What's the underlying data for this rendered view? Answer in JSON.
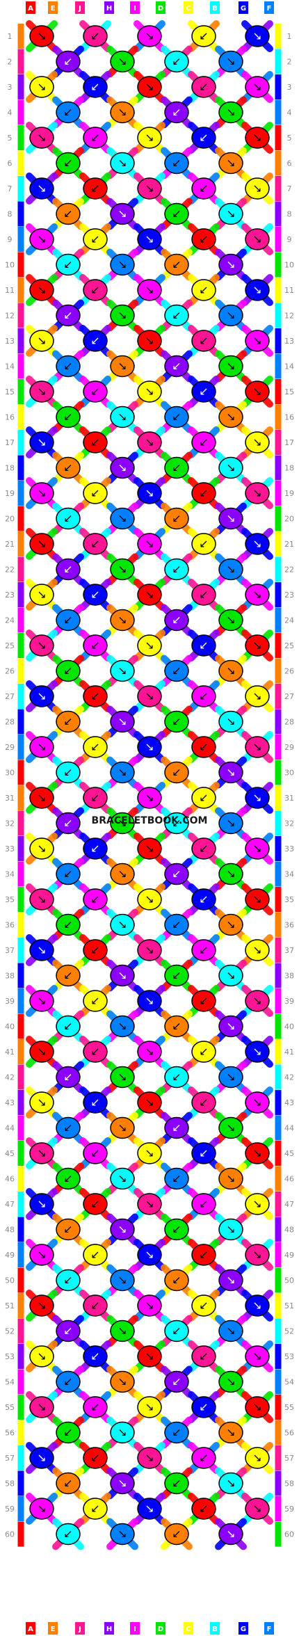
{
  "watermark": "BRACELETBOOK.COM",
  "strand_letters": [
    "A",
    "E",
    "J",
    "H",
    "I",
    "D",
    "C",
    "B",
    "G",
    "F"
  ],
  "strand_colors": [
    "#ff0000",
    "#ff8000",
    "#ff1493",
    "#8b00ff",
    "#ff00ff",
    "#00e600",
    "#ffff00",
    "#00ffff",
    "#0000ff",
    "#0080ff"
  ],
  "palette": {
    "red": "#ff0000",
    "orange": "#ff8000",
    "deep-pink": "#ff1493",
    "violet": "#8b00ff",
    "magenta": "#ff00ff",
    "green": "#00e600",
    "yellow": "#ffff00",
    "cyan": "#00ffff",
    "blue": "#0000ff",
    "azure": "#0080ff"
  },
  "row_numbers": [
    "1",
    "2",
    "3",
    "4",
    "5",
    "6",
    "7",
    "8",
    "9",
    "10",
    "11",
    "12",
    "13",
    "14",
    "15",
    "16",
    "17",
    "18",
    "19",
    "20",
    "21",
    "22",
    "23",
    "24",
    "25",
    "26",
    "27",
    "28",
    "29",
    "30",
    "31",
    "32",
    "33",
    "34",
    "35",
    "36",
    "37",
    "38",
    "39",
    "40",
    "41",
    "42",
    "43",
    "44",
    "45",
    "46",
    "47",
    "48",
    "49",
    "50",
    "51",
    "52",
    "53",
    "54",
    "55",
    "56",
    "57",
    "58",
    "59",
    "60"
  ]
}
